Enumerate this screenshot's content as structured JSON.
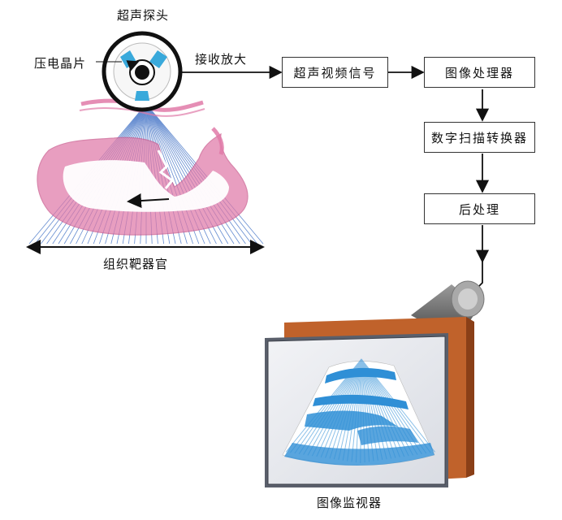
{
  "labels": {
    "probe": "超声探头",
    "crystal": "压电晶片",
    "amplify": "接收放大",
    "tissue": "组织靶器官",
    "monitor": "图像监视器"
  },
  "boxes": {
    "signal": "超声视频信号",
    "processor": "图像处理器",
    "scan_converter": "数字扫描转换器",
    "post": "后处理"
  },
  "colors": {
    "tissue_pink": "#e07aa8",
    "beam_blue": "#4a78c8",
    "crystal_blue": "#39a9db",
    "monitor_frame": "#c0622b",
    "image_blue": "#2f8fd6"
  }
}
